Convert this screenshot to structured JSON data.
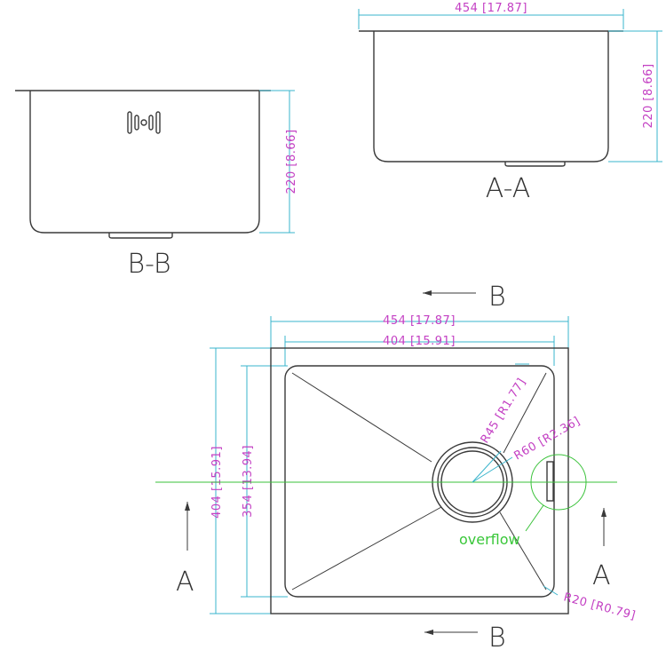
{
  "section_aa": {
    "label": "A-A",
    "width_dim": "454 [17.87]",
    "height_dim": "220 [8.66]"
  },
  "section_bb": {
    "label": "B-B",
    "height_dim": "220 [8.66]"
  },
  "plan": {
    "outer_width_dim": "454 [17.87]",
    "inner_width_dim": "404 [15.91]",
    "outer_height_dim": "404 [15.91]",
    "inner_height_dim": "354 [13.94]",
    "radius_r45": "R45 [R1.77]",
    "radius_r60": "R60 [R2.36]",
    "radius_r20": "R20 [R0.79]",
    "overflow_label": "overflow",
    "cut_b_label": "B",
    "cut_a_label": "A"
  },
  "colors": {
    "dimension": "#c33fc3",
    "centerline": "#3ac23a",
    "extension": "#39b4cc",
    "outline": "#3a3a3a"
  }
}
